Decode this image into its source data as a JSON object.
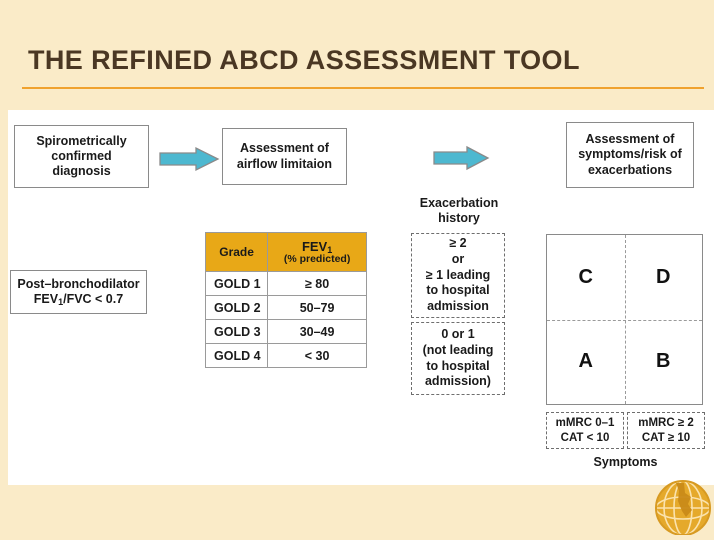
{
  "slide": {
    "title": "THE REFINED ABCD ASSESSMENT TOOL",
    "background_color": "#FAEBC8",
    "title_color": "#4A3723",
    "rule_color": "#F0A22E",
    "canvas_color": "#FFFFFF",
    "arrow_color": "#4DB8D0"
  },
  "flow": {
    "step1": "Spirometrically\nconfirmed\ndiagnosis",
    "step1_line1": "Spirometrically",
    "step1_line2": "confirmed",
    "step1_line3": "diagnosis",
    "step2_line1": "Assessment of",
    "step2_line2": "airflow limitaion",
    "step3_line1": "Assessment of",
    "step3_line2": "symptoms/risk of",
    "step3_line3": "exacerbations"
  },
  "criterion": {
    "line1": "Post–bronchodilator",
    "line2_pre": "FEV",
    "line2_sub": "1",
    "line2_post": "/FVC < 0.7"
  },
  "grade_table": {
    "header": {
      "grade": "Grade",
      "fev": "FEV",
      "fev_sub": "1",
      "predicted": "(% predicted)"
    },
    "rows": [
      {
        "grade": "GOLD 1",
        "value": "≥ 80"
      },
      {
        "grade": "GOLD 2",
        "value": "50–79"
      },
      {
        "grade": "GOLD 3",
        "value": "30–49"
      },
      {
        "grade": "GOLD 4",
        "value": "< 30"
      }
    ],
    "header_bg": "#E8A817"
  },
  "exacerbation": {
    "heading_line1": "Exacerbation",
    "heading_line2": "history",
    "high": {
      "l1": "≥ 2",
      "l2": "or",
      "l3": "≥ 1 leading",
      "l4": "to hospital",
      "l5": "admission"
    },
    "low": {
      "l1": "0 or 1",
      "l2": "(not leading",
      "l3": "to hospital",
      "l4": "admission)"
    }
  },
  "abcd": {
    "quadrants": {
      "c": "C",
      "d": "D",
      "a": "A",
      "b": "B"
    },
    "left_label_l1": "mMRC 0–1",
    "left_label_l2": "CAT < 10",
    "right_label_l1": "mMRC ≥ 2",
    "right_label_l2": "CAT ≥ 10",
    "axis_label": "Symptoms"
  },
  "logo": {
    "name": "globe-logo",
    "color": "#E0A526"
  }
}
